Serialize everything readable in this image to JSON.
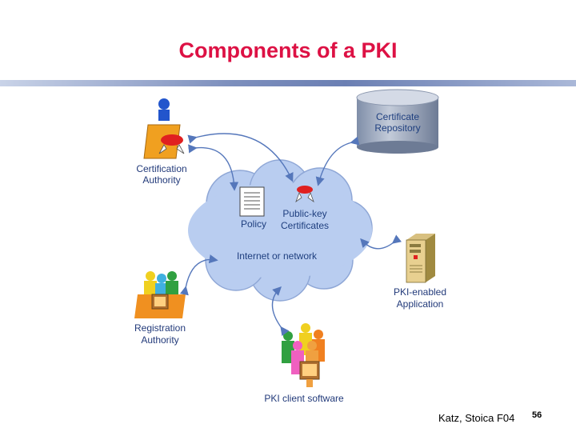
{
  "slide": {
    "title": "Components of a PKI",
    "footer": "Katz, Stoica F04",
    "page_number": "56"
  },
  "diagram": {
    "cloud_label": "Internet or network",
    "policy_label": "Policy",
    "certs_label_line1": "Public-key",
    "certs_label_line2": "Certificates",
    "nodes": {
      "ca_line1": "Certification",
      "ca_line2": "Authority",
      "repo_line1": "Certificate",
      "repo_line2": "Repository",
      "ra_line1": "Registration",
      "ra_line2": "Authority",
      "app_line1": "PKI-enabled",
      "app_line2": "Application",
      "client": "PKI client software"
    }
  }
}
